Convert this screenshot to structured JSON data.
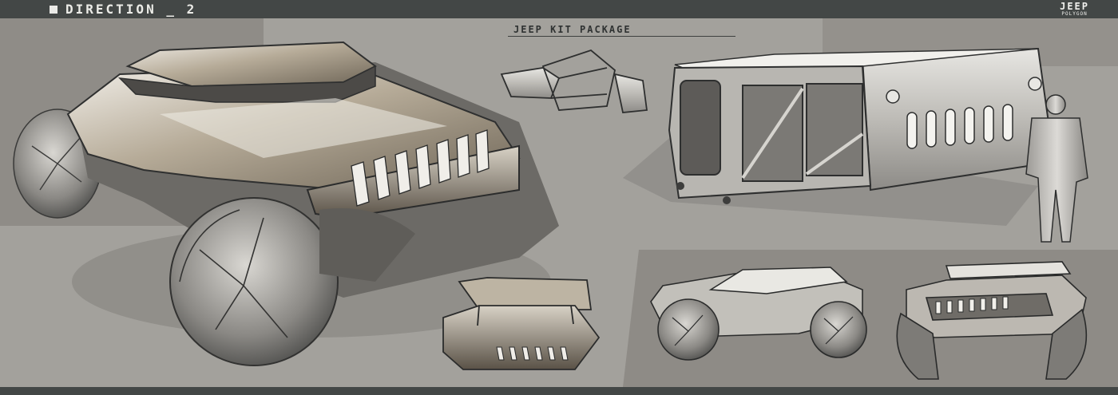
{
  "header": {
    "title": "DIRECTION _ 2",
    "brand_main": "JEEP",
    "brand_sub": "POLYGON"
  },
  "labels": {
    "kit_package": "JEEP KIT PACKAGE"
  },
  "colors": {
    "bar": "#434746",
    "paper": "#a3a19c",
    "dark_panel": "#8d8a85",
    "body_metal": "#b1a793",
    "ink": "#2f3232",
    "highlight": "#f1efea"
  }
}
